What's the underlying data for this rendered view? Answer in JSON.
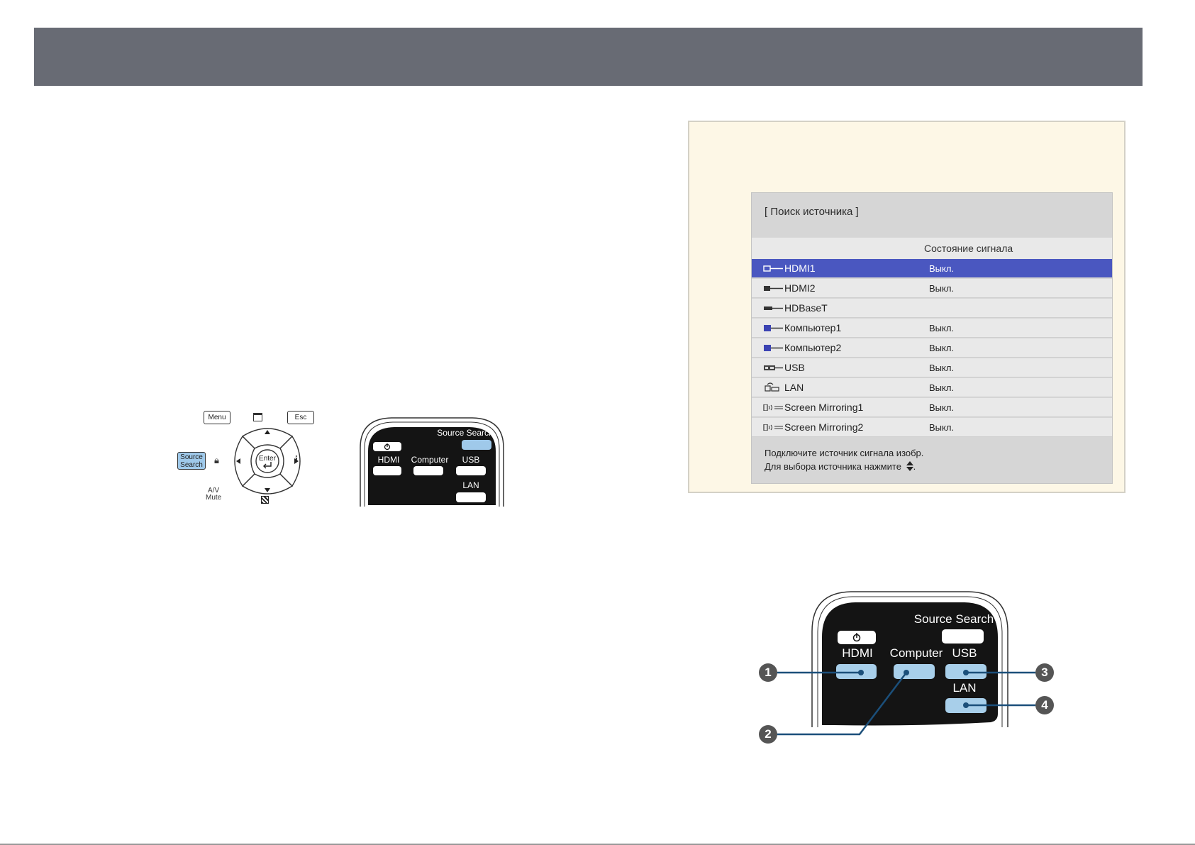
{
  "osd": {
    "title": "[ Поиск источника ]",
    "column_header": "Состояние сигнала",
    "rows": [
      {
        "name": "HDMI1",
        "status": "Выкл.",
        "selected": true,
        "icon": "hdmi-icon"
      },
      {
        "name": "HDMI2",
        "status": "Выкл.",
        "selected": false,
        "icon": "hdmi-icon"
      },
      {
        "name": "HDBaseT",
        "status": "",
        "selected": false,
        "icon": "hdbaset-icon"
      },
      {
        "name": "Компьютер1",
        "status": "Выкл.",
        "selected": false,
        "icon": "computer-icon"
      },
      {
        "name": "Компьютер2",
        "status": "Выкл.",
        "selected": false,
        "icon": "computer-icon"
      },
      {
        "name": "USB",
        "status": "Выкл.",
        "selected": false,
        "icon": "usb-icon"
      },
      {
        "name": "LAN",
        "status": "Выкл.",
        "selected": false,
        "icon": "lan-icon"
      },
      {
        "name": "Screen Mirroring1",
        "status": "Выкл.",
        "selected": false,
        "icon": "screen-mirroring-icon"
      },
      {
        "name": "Screen Mirroring2",
        "status": "Выкл.",
        "selected": false,
        "icon": "screen-mirroring-icon"
      }
    ],
    "footer_line1": "Подключите источник сигнала изобр.",
    "footer_line2": "Для выбора источника нажмите",
    "footer_line2_end": ".",
    "selected_color": "#4a57c0"
  },
  "control_panel": {
    "menu": "Menu",
    "esc": "Esc",
    "enter": "Enter",
    "source_search_line1": "Source",
    "source_search_line2": "Search",
    "av_mute_line1": "A/V",
    "av_mute_line2": "Mute",
    "info": "i",
    "highlight_color": "#9fc9ea"
  },
  "remote_small": {
    "source_search": "Source Search",
    "hdmi": "HDMI",
    "computer": "Computer",
    "usb": "USB",
    "lan": "LAN"
  },
  "remote_large": {
    "source_search": "Source Search",
    "hdmi": "HDMI",
    "computer": "Computer",
    "usb": "USB",
    "lan": "LAN",
    "callouts": [
      "1",
      "2",
      "3",
      "4"
    ],
    "button_color": "#a8cfea",
    "callout_line_color": "#1b4f7a"
  }
}
